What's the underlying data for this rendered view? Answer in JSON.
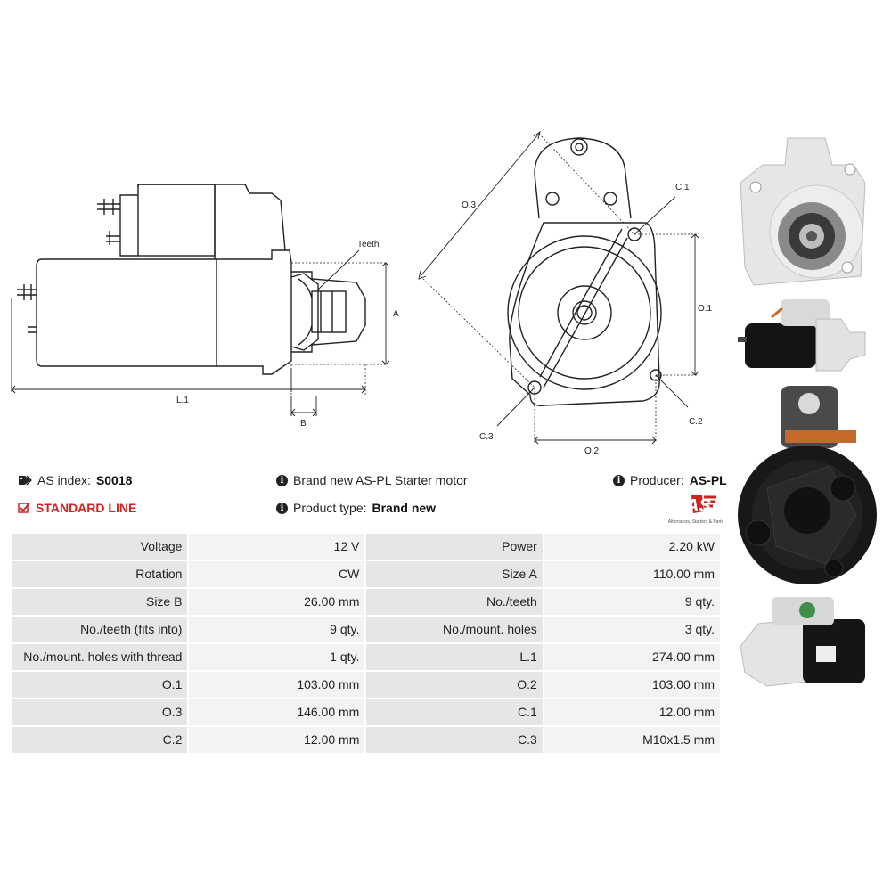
{
  "diagram": {
    "label_teeth": "Teeth",
    "label_a": "A",
    "label_b": "B",
    "label_l1": "L.1",
    "label_o1": "O.1",
    "label_o2": "O.2",
    "label_o3": "O.3",
    "label_c1": "C.1",
    "label_c2": "C.2",
    "label_c3": "C.3"
  },
  "info": {
    "as_index_label": "AS index:",
    "as_index_value": "S0018",
    "description": "Brand new AS-PL Starter motor",
    "producer_label": "Producer:",
    "producer_value": "AS-PL",
    "standard_line": "STANDARD LINE",
    "product_type_label": "Product type:",
    "product_type_value": "Brand new",
    "logo_text": "AS",
    "logo_tagline": "Alternators, Starters & Parts"
  },
  "specs": [
    {
      "l1": "Voltage",
      "v1": "12 V",
      "l2": "Power",
      "v2": "2.20 kW"
    },
    {
      "l1": "Rotation",
      "v1": "CW",
      "l2": "Size A",
      "v2": "110.00 mm"
    },
    {
      "l1": "Size B",
      "v1": "26.00 mm",
      "l2": "No./teeth",
      "v2": "9 qty."
    },
    {
      "l1": "No./teeth (fits into)",
      "v1": "9 qty.",
      "l2": "No./mount. holes",
      "v2": "3 qty."
    },
    {
      "l1": "No./mount. holes with thread",
      "v1": "1 qty.",
      "l2": "L.1",
      "v2": "274.00 mm"
    },
    {
      "l1": "O.1",
      "v1": "103.00 mm",
      "l2": "O.2",
      "v2": "103.00 mm"
    },
    {
      "l1": "O.3",
      "v1": "146.00 mm",
      "l2": "C.1",
      "v2": "12.00 mm"
    },
    {
      "l1": "C.2",
      "v1": "12.00 mm",
      "l2": "C.3",
      "v2": "M10x1.5 mm"
    }
  ],
  "colors": {
    "accent_red": "#d22121",
    "label_cell": "#e6e6e6",
    "value_cell": "#f3f3f3"
  }
}
